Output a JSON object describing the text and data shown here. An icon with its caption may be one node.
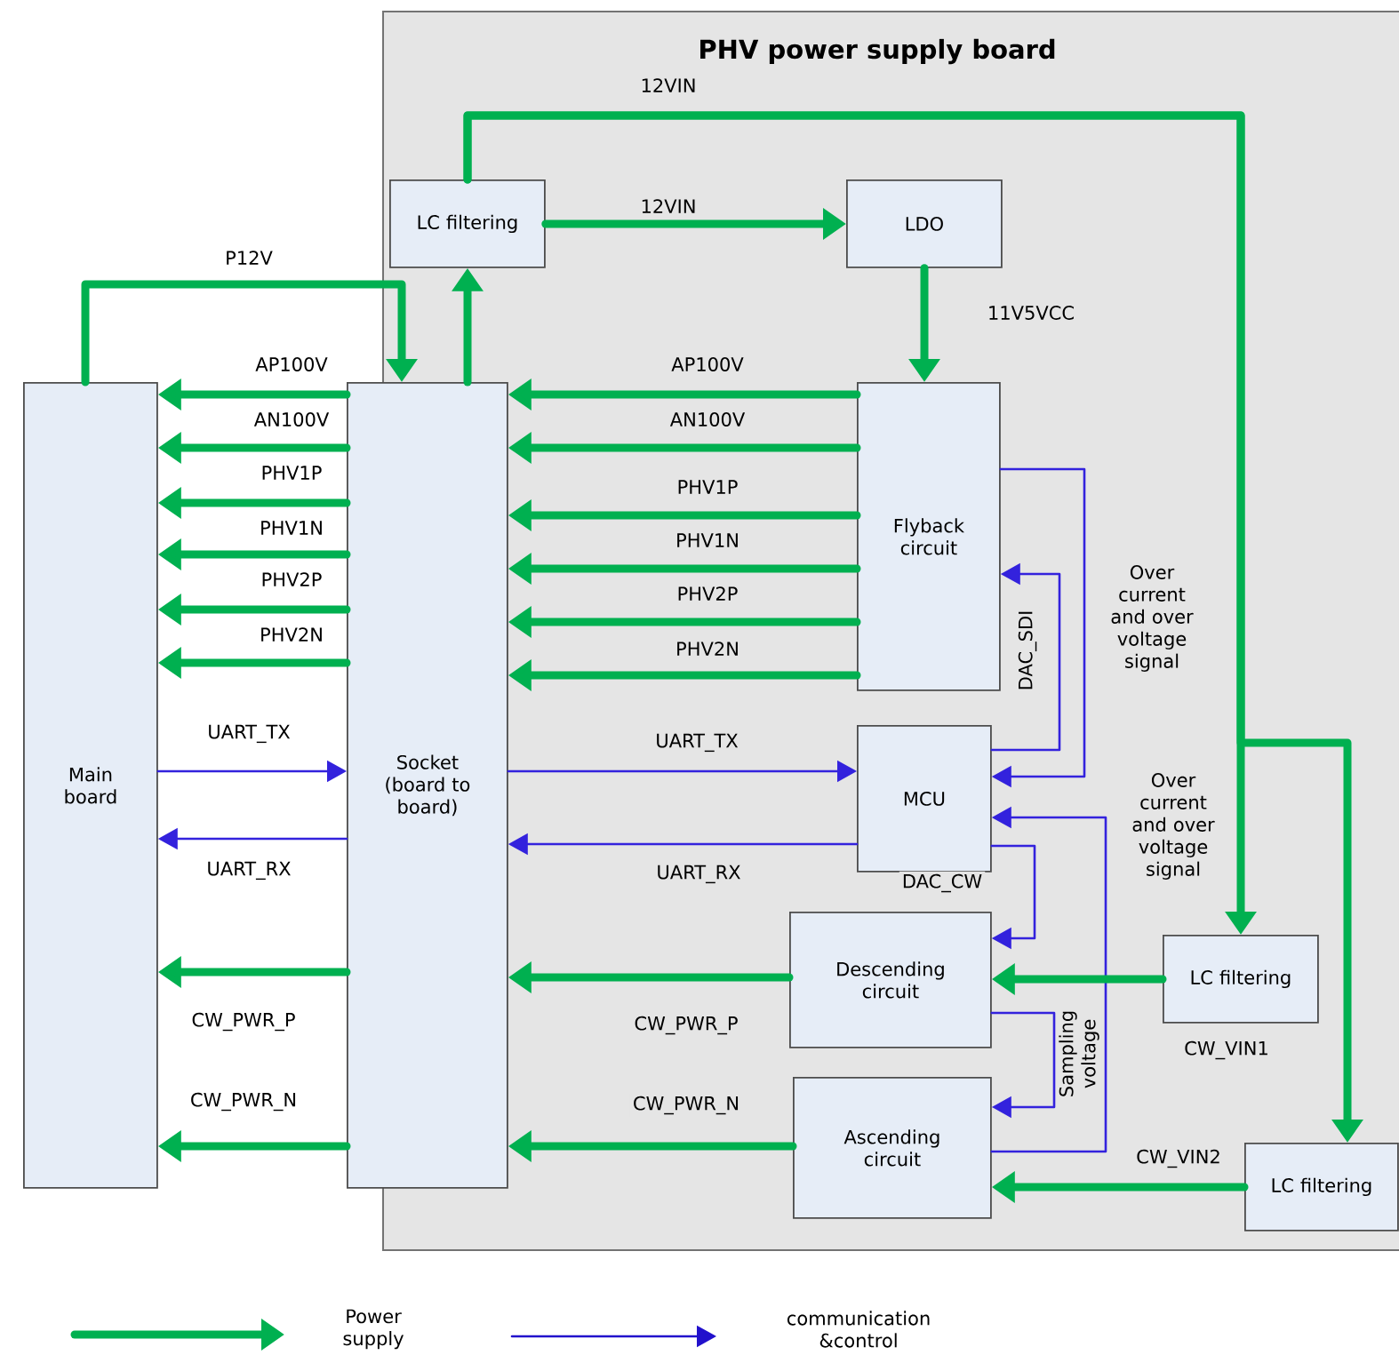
{
  "diagram": {
    "nodes": [
      {
        "text": [
          "PHV power supply board"
        ]
      },
      {
        "text": [
          "Main board"
        ]
      },
      {
        "text": [
          "Socket (board to board)"
        ]
      },
      {
        "text": [
          "LC filtering"
        ],
        "in": 0
      },
      {
        "text": [
          "LDO"
        ],
        "in": 0
      },
      {
        "text": [
          "Flyback circuit"
        ],
        "in": 0
      },
      {
        "text": [
          "MCU"
        ],
        "in": 0
      },
      {
        "text": [
          "Descending circuit"
        ],
        "in": 0
      },
      {
        "text": [
          "Ascending circuit"
        ],
        "in": 0
      },
      {
        "text": [
          "LC filtering"
        ],
        "in": 0
      },
      {
        "text": [
          "LC filtering"
        ],
        "in": 0
      }
    ],
    "edges": [
      {
        "from": 1,
        "to": 2,
        "arrow": "to",
        "label": "P12V"
      },
      {
        "from": 2,
        "to": 3,
        "arrow": "to"
      },
      {
        "from": 3,
        "to": 4,
        "arrow": "to",
        "label": "12VIN"
      },
      {
        "from": 3,
        "to": 9,
        "arrow": "to",
        "label": "12VIN"
      },
      {
        "from": 3,
        "to": 10,
        "arrow": "to"
      },
      {
        "from": 4,
        "to": 5,
        "arrow": "to",
        "label": "11V5VCC"
      },
      {
        "from": 5,
        "to": 2,
        "arrow": "to",
        "label": "AP100V"
      },
      {
        "from": 5,
        "to": 2,
        "arrow": "to",
        "label": "AN100V"
      },
      {
        "from": 5,
        "to": 2,
        "arrow": "to",
        "label": "PHV1P"
      },
      {
        "from": 5,
        "to": 2,
        "arrow": "to",
        "label": "PHV1N"
      },
      {
        "from": 5,
        "to": 2,
        "arrow": "to",
        "label": "PHV2P"
      },
      {
        "from": 5,
        "to": 2,
        "arrow": "to",
        "label": "PHV2N"
      },
      {
        "from": 2,
        "to": 1,
        "arrow": "to",
        "label": "AP100V"
      },
      {
        "from": 2,
        "to": 1,
        "arrow": "to",
        "label": "AN100V"
      },
      {
        "from": 2,
        "to": 1,
        "arrow": "to",
        "label": "PHV1P"
      },
      {
        "from": 2,
        "to": 1,
        "arrow": "to",
        "label": "PHV1N"
      },
      {
        "from": 2,
        "to": 1,
        "arrow": "to",
        "label": "PHV2P"
      },
      {
        "from": 2,
        "to": 1,
        "arrow": "to",
        "label": "PHV2N"
      },
      {
        "from": 1,
        "to": 2,
        "arrow": "to",
        "label": "UART_TX",
        "color": "#3322dd"
      },
      {
        "from": 2,
        "to": 1,
        "arrow": "to",
        "label": "UART_RX",
        "color": "#3322dd"
      },
      {
        "from": 2,
        "to": 6,
        "arrow": "to",
        "label": "UART_TX",
        "color": "#3322dd"
      },
      {
        "from": 6,
        "to": 2,
        "arrow": "to",
        "label": "UART_RX",
        "color": "#3322dd"
      },
      {
        "from": 5,
        "to": 6,
        "arrow": "to",
        "label": "Over current and over voltage signal",
        "color": "#3322dd"
      },
      {
        "from": 6,
        "to": 5,
        "arrow": "to",
        "label": "DAC_SDI",
        "color": "#3322dd"
      },
      {
        "from": 6,
        "to": 7,
        "arrow": "to",
        "label": "DAC_CW",
        "color": "#3322dd"
      },
      {
        "from": 7,
        "to": 8,
        "arrow": "to",
        "color": "#3322dd"
      },
      {
        "from": 8,
        "to": 6,
        "arrow": "to",
        "label": "Sampling voltage",
        "color": "#3322dd"
      },
      {
        "from": 7,
        "to": 2,
        "arrow": "to",
        "label": "CW_PWR_P"
      },
      {
        "from": 8,
        "to": 2,
        "arrow": "to",
        "label": "CW_PWR_N"
      },
      {
        "from": 2,
        "to": 1,
        "arrow": "to",
        "label": "CW_PWR_P"
      },
      {
        "from": 2,
        "to": 1,
        "arrow": "to",
        "label": "CW_PWR_N"
      },
      {
        "from": 9,
        "to": 7,
        "arrow": "to",
        "label": "CW_VIN1"
      },
      {
        "from": 10,
        "to": 8,
        "arrow": "to",
        "label": "CW_VIN2"
      }
    ],
    "labels": [
      "Over current and over voltage signal"
    ],
    "legend": [
      {
        "text": "Power supply"
      },
      {
        "text": "communication &control"
      }
    ]
  }
}
